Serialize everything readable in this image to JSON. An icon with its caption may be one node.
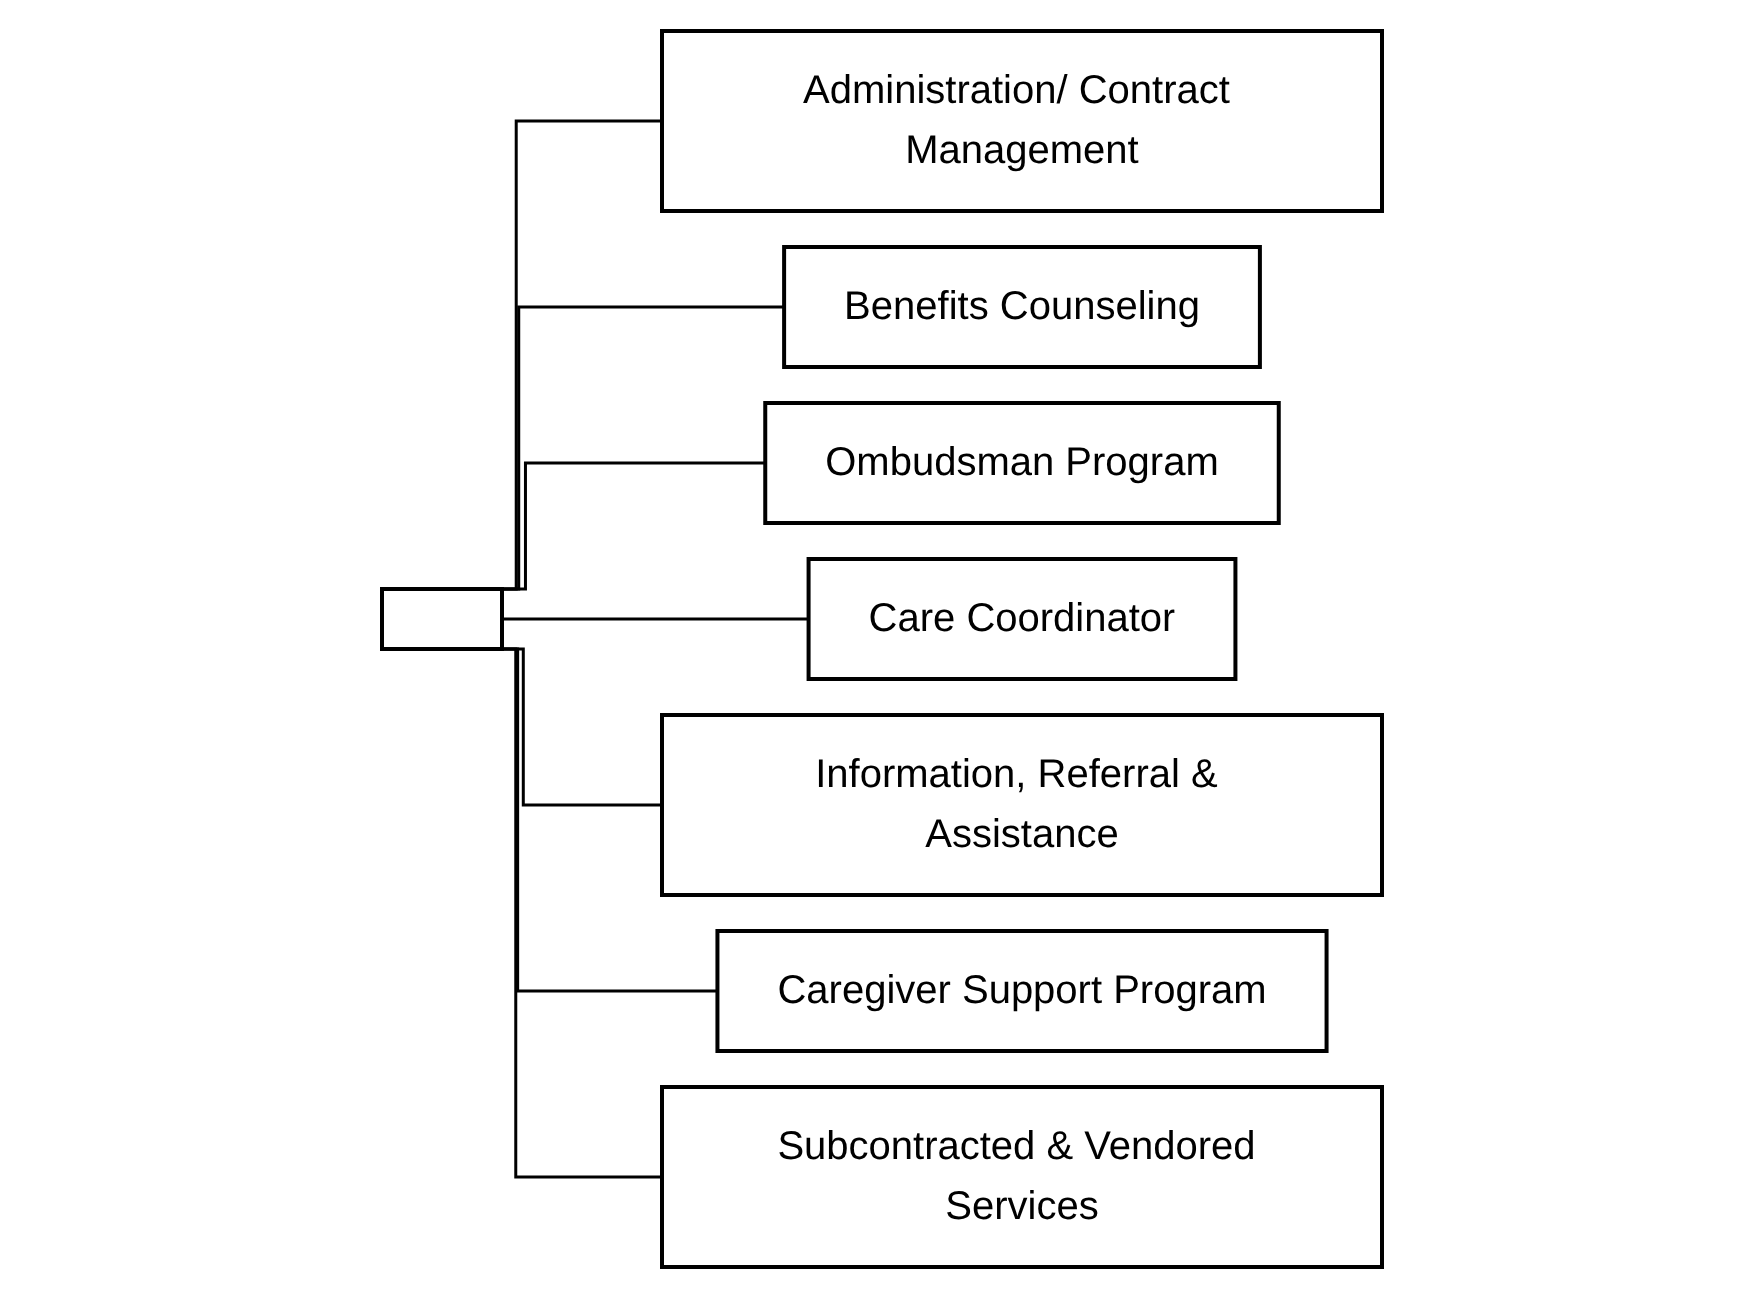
{
  "diagram": {
    "nodes": [
      {
        "text": [],
        "shape": "box"
      },
      {
        "text": [
          "Administration/ Contract Management"
        ]
      },
      {
        "text": [
          "Benefits Counseling"
        ]
      },
      {
        "text": [
          "Ombudsman Program"
        ]
      },
      {
        "text": [
          "Care Coordinator"
        ]
      },
      {
        "text": [
          "Information, Referral & Assistance"
        ]
      },
      {
        "text": [
          "Caregiver Support Program"
        ]
      },
      {
        "text": [
          "Subcontracted & Vendored Services"
        ]
      }
    ],
    "edges": [
      {
        "from": 0,
        "to": 1,
        "arrow": "none"
      },
      {
        "from": 0,
        "to": 2,
        "arrow": "none"
      },
      {
        "from": 0,
        "to": 3,
        "arrow": "none"
      },
      {
        "from": 0,
        "to": 4,
        "arrow": "none"
      },
      {
        "from": 0,
        "to": 5,
        "arrow": "none"
      },
      {
        "from": 0,
        "to": 6,
        "arrow": "none"
      },
      {
        "from": 0,
        "to": 7,
        "arrow": "none"
      }
    ]
  }
}
